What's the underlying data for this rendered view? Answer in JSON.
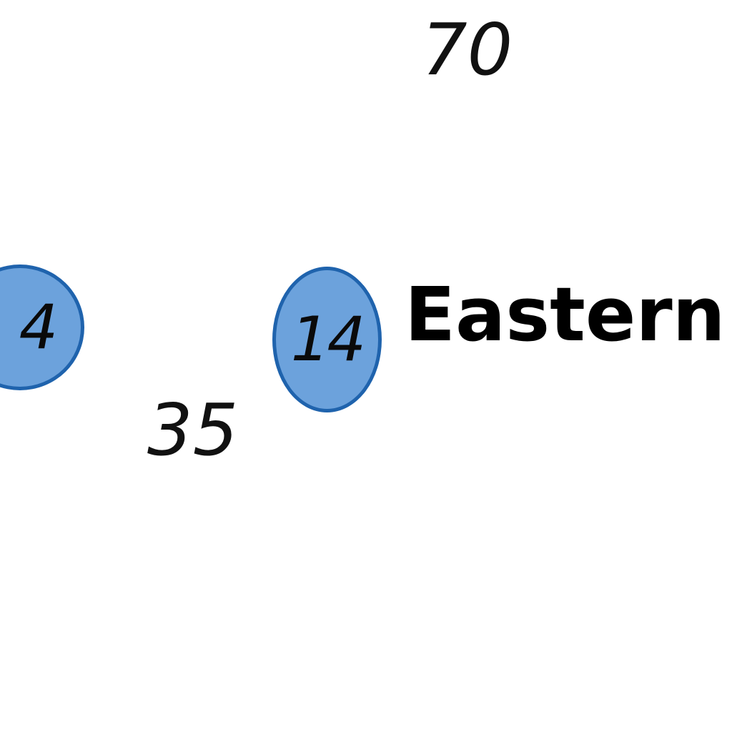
{
  "colors": {
    "background": "#ffffff",
    "marker_fill": "#6ca2dc",
    "marker_border": "#1f63ad",
    "text": "#000000"
  },
  "elevation_labels": [
    "70",
    "35"
  ],
  "markers": [
    {
      "label": "4",
      "icon": "route-shield-icon"
    },
    {
      "label": "14",
      "icon": "route-shield-icon"
    }
  ],
  "place_label": "Eastern Sl"
}
